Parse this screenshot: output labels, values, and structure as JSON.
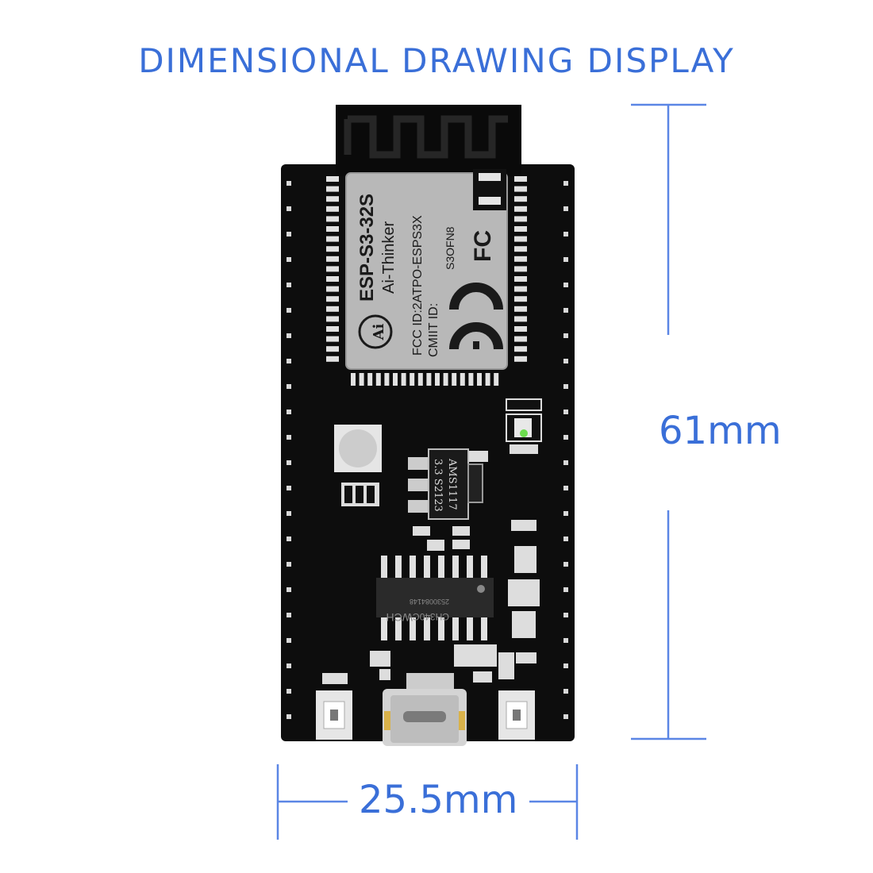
{
  "title": "DIMENSIONAL DRAWING DISPLAY",
  "dimensions": {
    "height_label": "61mm",
    "width_label": "25.5mm"
  },
  "module": {
    "name": "ESP-S3-32S",
    "brand": "Ai-Thinker",
    "fcc_id": "FCC ID:2ATPO-ESPS3X",
    "cmiit_id": "CMIIT ID:",
    "part": "S3OFN8",
    "logo_text": "Ai",
    "fcc_mark": "FC",
    "ce_mark": "CE"
  },
  "regulator": {
    "line1": "AMS1117",
    "line2": "3.3  S2123"
  },
  "usb_chip": {
    "line1": "CH340C",
    "line2": "WCH",
    "code": "2530084148"
  },
  "colors": {
    "accent": "#3a6fd8",
    "pcb": "#0d0d0d",
    "module_shield": "#bdbdbd"
  }
}
